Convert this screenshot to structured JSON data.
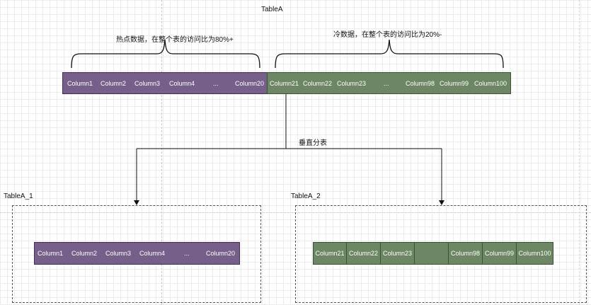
{
  "table_a": {
    "title": "TableA",
    "hot_note": "热点数据，在整个表的访问比为80%+",
    "cold_note": "冷数据，在整个表的访问比为20%-",
    "hot_columns": [
      "Column1",
      "Column2",
      "Column3",
      "Column4",
      "...",
      "Column20"
    ],
    "cold_columns": [
      "Column21",
      "Column22",
      "Column23",
      "...",
      "Column98",
      "Column99",
      "Column100"
    ]
  },
  "split_label": "垂直分表",
  "table_a1": {
    "title": "TableA_1",
    "columns": [
      "Column1",
      "Column2",
      "Column3",
      "Column4",
      "...",
      "Column20"
    ]
  },
  "table_a2": {
    "title": "TableA_2",
    "columns": [
      "Column21",
      "Column22",
      "Column23",
      "",
      "Column98",
      "Column99",
      "Column100"
    ]
  },
  "colors": {
    "purple_fill": "#76608a",
    "green_fill": "#6d8764"
  }
}
